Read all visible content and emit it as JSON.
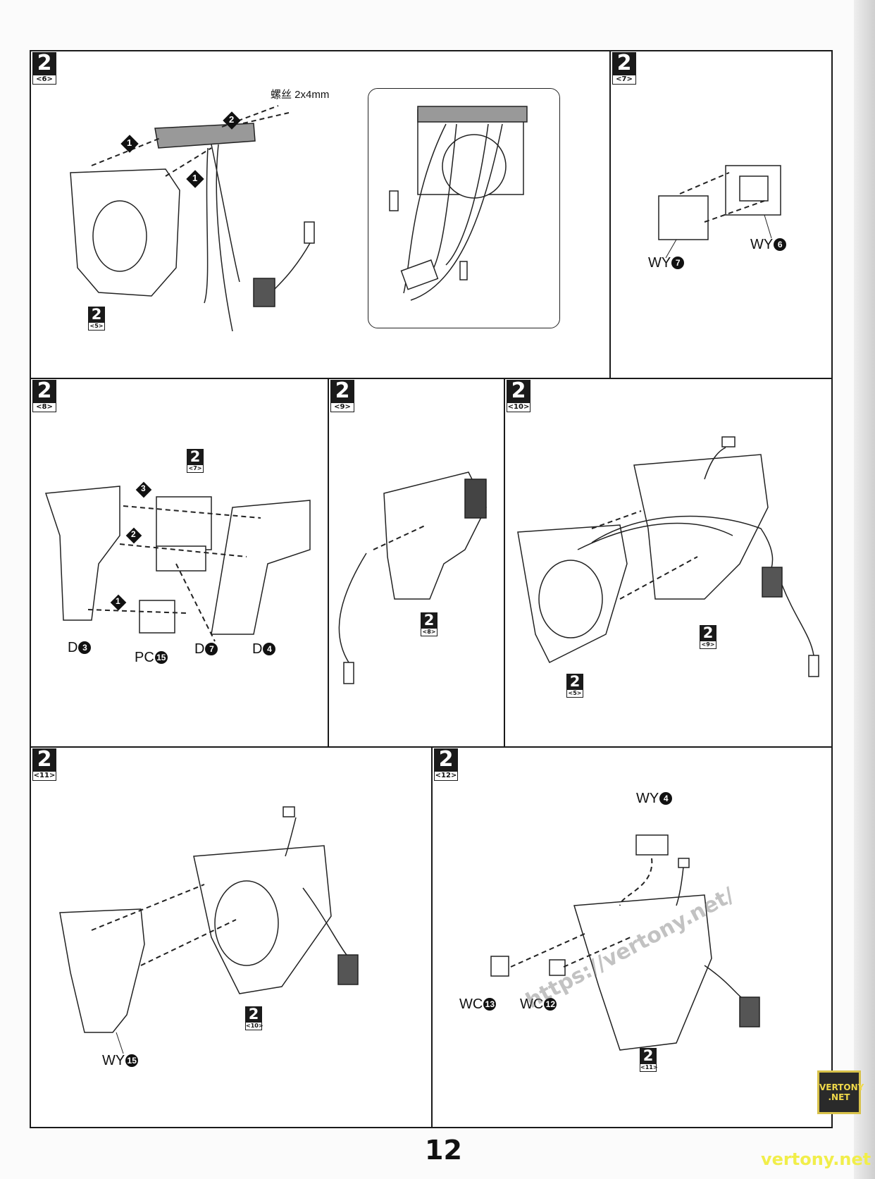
{
  "steps": [
    {
      "num": "2",
      "sub": "<6>"
    },
    {
      "num": "2",
      "sub": "<7>"
    },
    {
      "num": "2",
      "sub": "<8>"
    },
    {
      "num": "2",
      "sub": "<9>"
    },
    {
      "num": "2",
      "sub": "<10>"
    },
    {
      "num": "2",
      "sub": "<11>"
    },
    {
      "num": "2",
      "sub": "<12>"
    }
  ],
  "refs": {
    "r5": {
      "num": "2",
      "sub": "<5>"
    },
    "r7": {
      "num": "2",
      "sub": "<7>"
    },
    "r8": {
      "num": "2",
      "sub": "<8>"
    },
    "r9": {
      "num": "2",
      "sub": "<9>"
    },
    "r5b": {
      "num": "2",
      "sub": "<5>"
    },
    "r10": {
      "num": "2",
      "sub": "<10>"
    },
    "r11": {
      "num": "2",
      "sub": "<11>"
    }
  },
  "step6": {
    "screw_label": "螺丝 2x4mm",
    "callouts": [
      "1",
      "2",
      "1"
    ]
  },
  "step7": {
    "parts": [
      {
        "code": "WY",
        "n": "7"
      },
      {
        "code": "WY",
        "n": "6"
      }
    ]
  },
  "step8": {
    "callouts": [
      "3",
      "2",
      "1"
    ],
    "parts": [
      {
        "code": "D",
        "n": "3"
      },
      {
        "code": "PC",
        "n": "15"
      },
      {
        "code": "D",
        "n": "7"
      },
      {
        "code": "D",
        "n": "4"
      }
    ]
  },
  "step11": {
    "parts": [
      {
        "code": "WY",
        "n": "15"
      }
    ]
  },
  "step12": {
    "parts": [
      {
        "code": "WY",
        "n": "4"
      },
      {
        "code": "WC",
        "n": "13"
      },
      {
        "code": "WC",
        "n": "12"
      }
    ]
  },
  "page_number": "12",
  "watermark": {
    "logo": "VERTONY .NET",
    "site": "vertony.net",
    "url": "https://vertony.net/"
  }
}
